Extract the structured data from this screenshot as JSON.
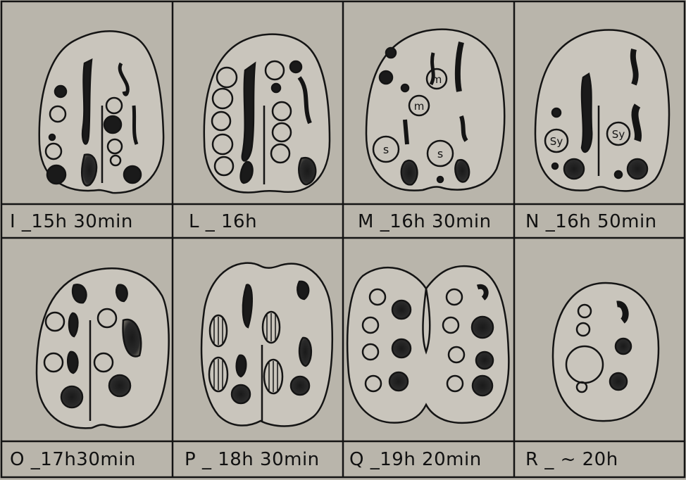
{
  "colors": {
    "background": "#b9b5ab",
    "ink": "#141414",
    "stipple": "#6d6a64"
  },
  "panels": [
    {
      "id": "I",
      "caption": "I _15h 30min",
      "labels": []
    },
    {
      "id": "L",
      "caption": "L _ 16h",
      "labels": []
    },
    {
      "id": "M",
      "caption": "M _16h 30min",
      "labels": [
        "m",
        "m",
        "s",
        "s"
      ]
    },
    {
      "id": "N",
      "caption": "N _16h 50min",
      "labels": [
        "Sy",
        "Sy"
      ]
    },
    {
      "id": "O",
      "caption": "O _17h30min",
      "labels": []
    },
    {
      "id": "P",
      "caption": "P _ 18h 30min",
      "labels": []
    },
    {
      "id": "Q",
      "caption": "Q _19h  20min",
      "labels": []
    },
    {
      "id": "R",
      "caption": "R _ ~ 20h",
      "labels": []
    }
  ]
}
